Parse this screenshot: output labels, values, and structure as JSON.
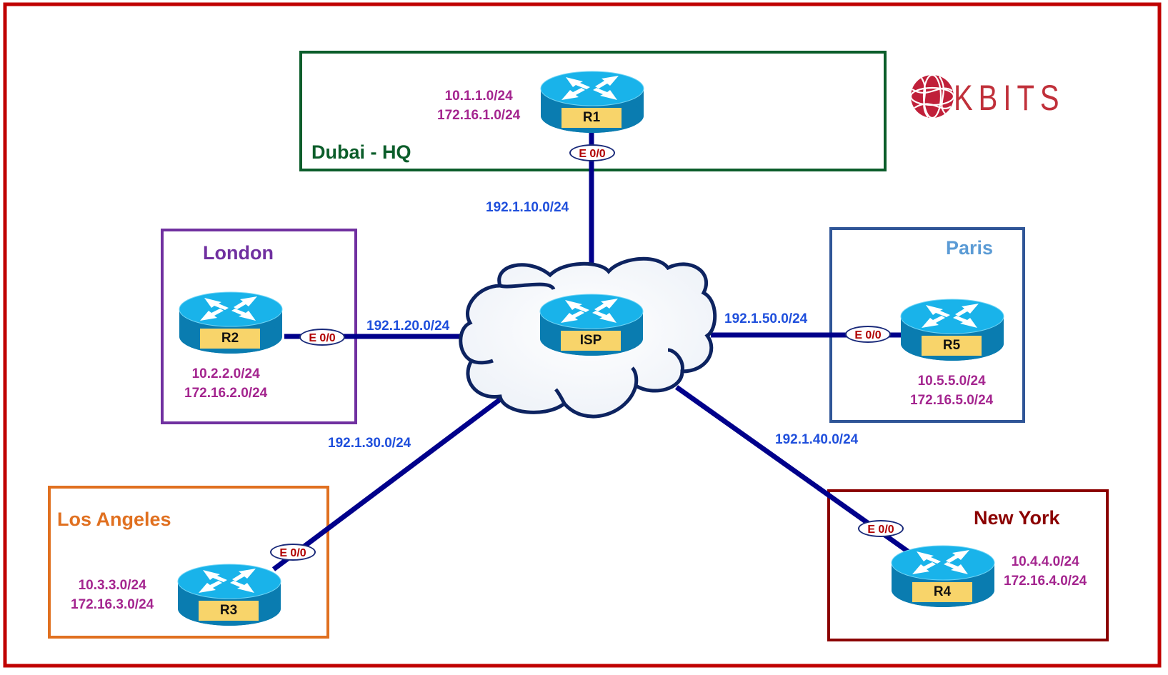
{
  "diagram": {
    "type": "network-topology",
    "brand": {
      "name": "KBITS",
      "color": "#c0303a"
    },
    "colors": {
      "frame": "#c00000",
      "link": "#00008b",
      "network_label": "#1f4fdc",
      "lan_label": "#a4258f",
      "interface_text": "#b00000",
      "router_top": "#19b3ea",
      "router_side": "#0a7cb0",
      "router_tag": "#f8d46a"
    },
    "core": {
      "name": "ISP",
      "container": "cloud"
    },
    "sites": [
      {
        "id": "dubai",
        "name": "Dubai - HQ",
        "color": "#0b5d2a",
        "router": "R1",
        "interface": "E 0/0",
        "link_network": "192.1.10.0/24",
        "lans": [
          "10.1.1.0/24",
          "172.16.1.0/24"
        ]
      },
      {
        "id": "london",
        "name": "London",
        "color": "#7030a0",
        "router": "R2",
        "interface": "E 0/0",
        "link_network": "192.1.20.0/24",
        "lans": [
          "10.2.2.0/24",
          "172.16.2.0/24"
        ]
      },
      {
        "id": "losangeles",
        "name": "Los Angeles",
        "color": "#e07020",
        "router": "R3",
        "interface": "E 0/0",
        "link_network": "192.1.30.0/24",
        "lans": [
          "10.3.3.0/24",
          "172.16.3.0/24"
        ]
      },
      {
        "id": "newyork",
        "name": "New York",
        "color": "#8b0000",
        "router": "R4",
        "interface": "E 0/0",
        "link_network": "192.1.40.0/24",
        "lans": [
          "10.4.4.0/24",
          "172.16.4.0/24"
        ]
      },
      {
        "id": "paris",
        "name": "Paris",
        "color": "#5b9bd5",
        "router": "R5",
        "interface": "E 0/0",
        "link_network": "192.1.50.0/24",
        "lans": [
          "10.5.5.0/24",
          "172.16.5.0/24"
        ]
      }
    ],
    "links": [
      {
        "from": "R1",
        "to": "ISP",
        "network": "192.1.10.0/24"
      },
      {
        "from": "R2",
        "to": "ISP",
        "network": "192.1.20.0/24"
      },
      {
        "from": "R3",
        "to": "ISP",
        "network": "192.1.30.0/24"
      },
      {
        "from": "R4",
        "to": "ISP",
        "network": "192.1.40.0/24"
      },
      {
        "from": "R5",
        "to": "ISP",
        "network": "192.1.50.0/24"
      }
    ]
  }
}
